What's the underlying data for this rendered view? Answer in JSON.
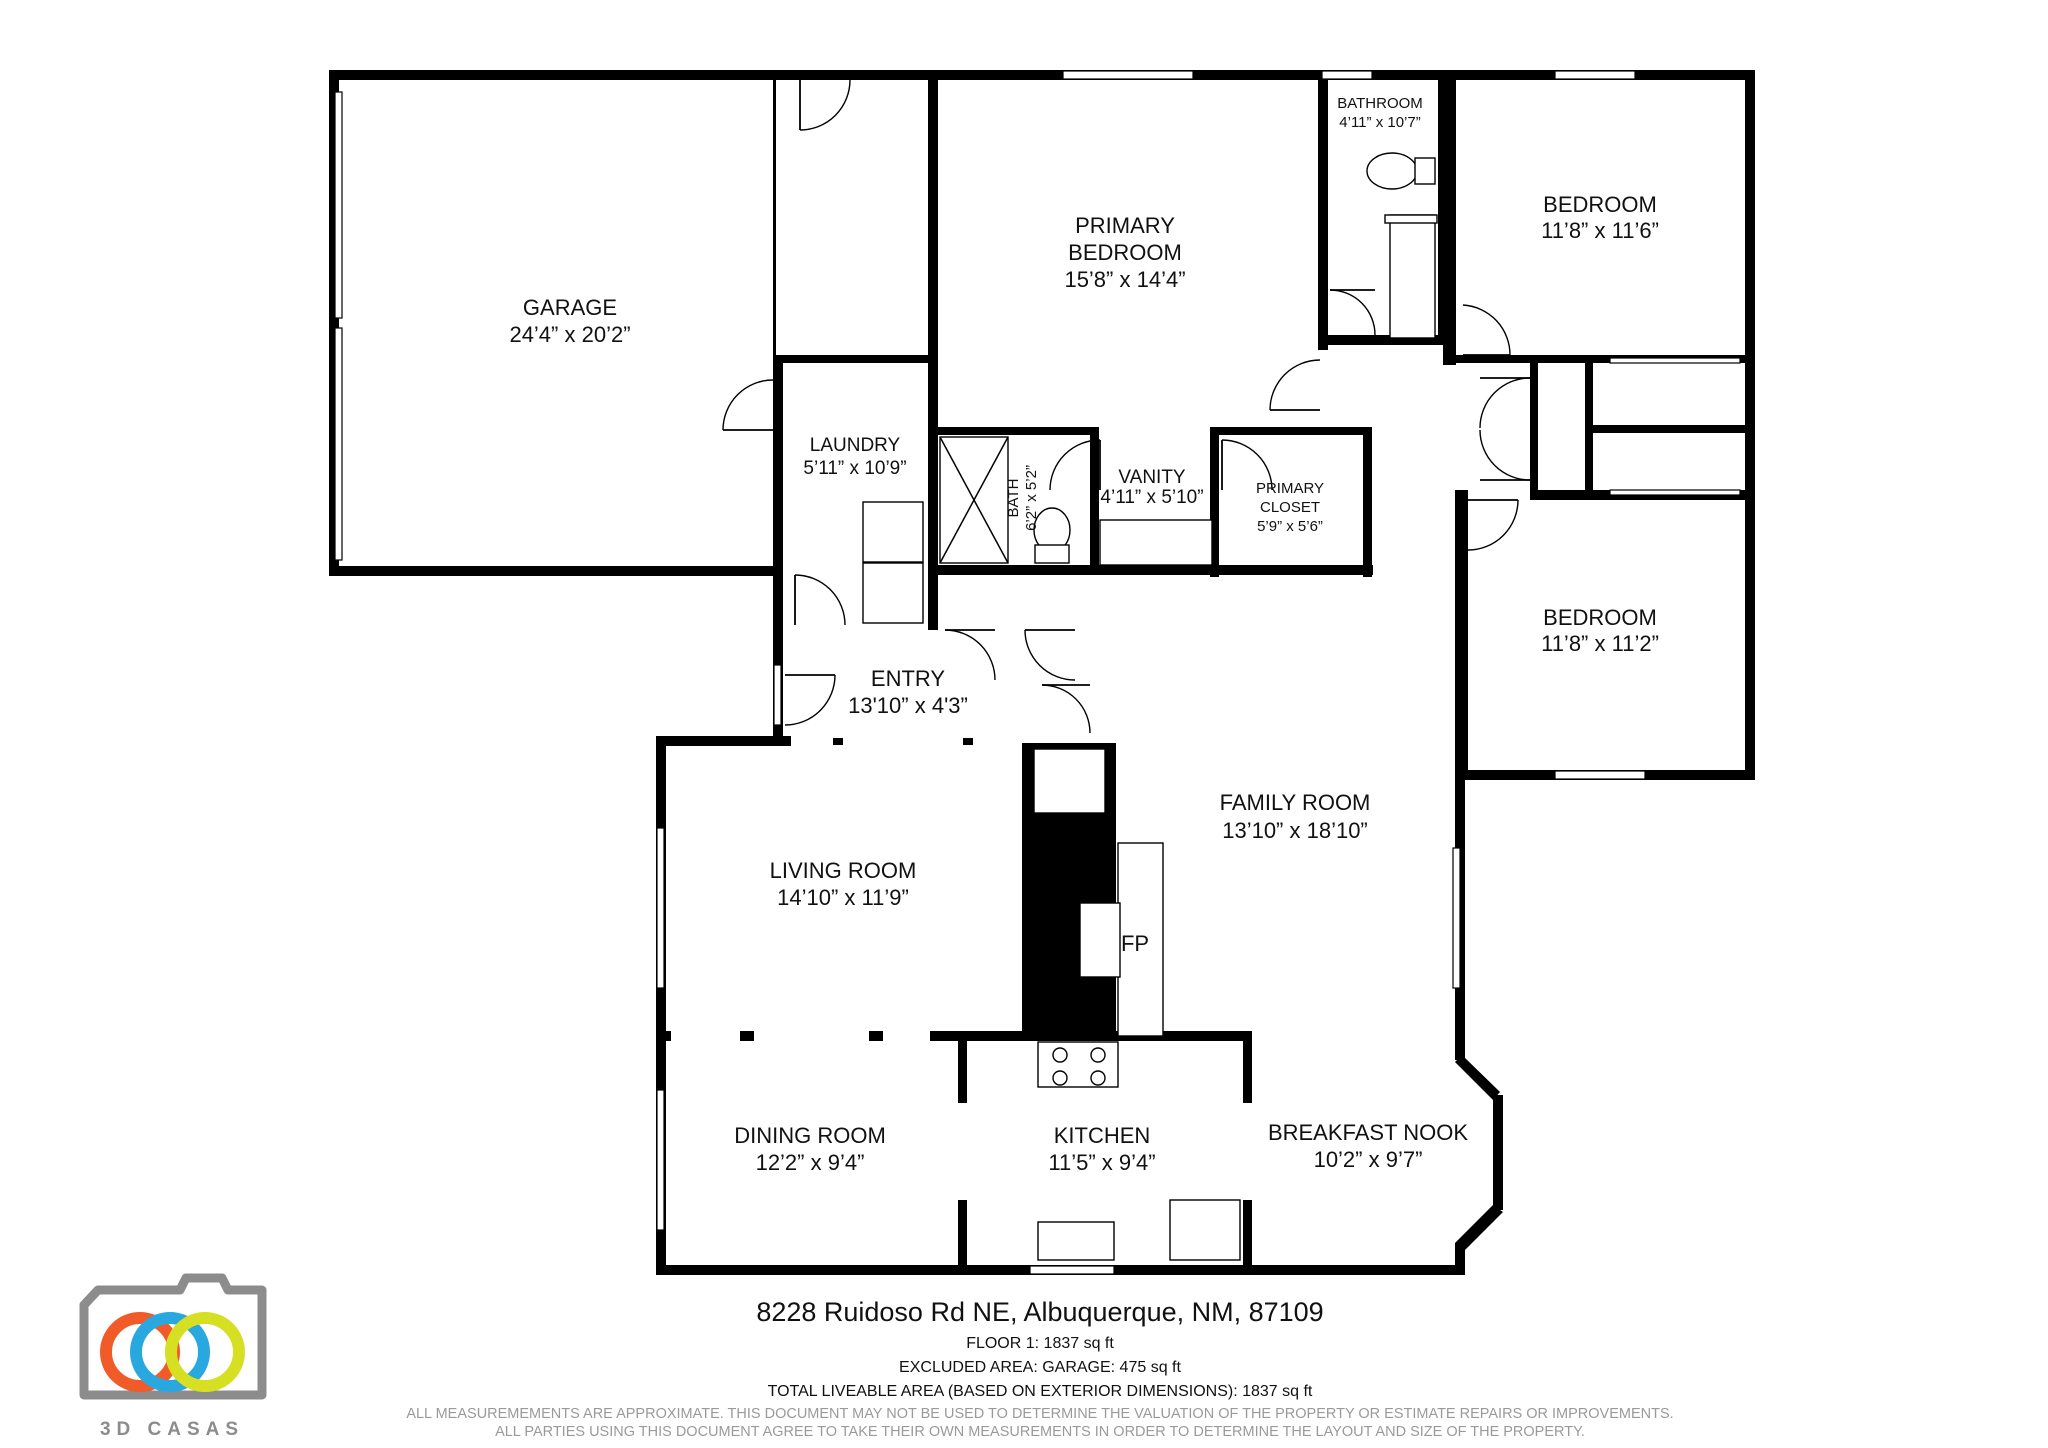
{
  "rooms": {
    "garage": {
      "name": "GARAGE",
      "dims": "24’4” x 20’2”"
    },
    "primary_bedroom": {
      "name_line1": "PRIMARY",
      "name_line2": "BEDROOM",
      "dims": "15’8” x 14’4”"
    },
    "bathroom": {
      "name": "BATHROOM",
      "dims": "4’11” x 10’7”"
    },
    "bedroom_1": {
      "name": "BEDROOM",
      "dims": "11’8” x 11’6”"
    },
    "laundry": {
      "name": "LAUNDRY",
      "dims": "5’11” x 10’9”"
    },
    "bath": {
      "name": "BATH",
      "dims": "6’2” x 5’2”"
    },
    "vanity": {
      "name": "VANITY",
      "dims": "4’11” x 5’10”"
    },
    "primary_closet": {
      "name_line1": "PRIMARY",
      "name_line2": "CLOSET",
      "dims": "5’9” x 5’6”"
    },
    "bedroom_2": {
      "name": "BEDROOM",
      "dims": "11’8” x 11’2”"
    },
    "entry": {
      "name": "ENTRY",
      "dims": "13'10” x 4'3”"
    },
    "family_room": {
      "name": "FAMILY ROOM",
      "dims": "13’10” x 18’10”"
    },
    "living_room": {
      "name": "LIVING ROOM",
      "dims": "14’10” x 11’9”"
    },
    "fireplace": {
      "name": "FP"
    },
    "dining_room": {
      "name": "DINING ROOM",
      "dims": "12’2” x 9’4”"
    },
    "kitchen": {
      "name": "KITCHEN",
      "dims": "11’5” x 9’4”"
    },
    "breakfast_nook": {
      "name": "BREAKFAST NOOK",
      "dims": "10’2” x 9’7”"
    }
  },
  "footer": {
    "address": "8228 Ruidoso Rd NE, Albuquerque, NM, 87109",
    "floor": "FLOOR 1: 1837 sq ft",
    "excluded": "EXCLUDED AREA: GARAGE: 475 sq ft",
    "total": "TOTAL LIVEABLE AREA (BASED ON EXTERIOR DIMENSIONS): 1837 sq ft",
    "disclaimer_1": "ALL MEASUREMEMENTS ARE APPROXIMATE. THIS DOCUMENT MAY NOT BE USED TO DETERMINE THE VALUATION OF THE PROPERTY OR ESTIMATE REPAIRS OR IMPROVEMENTS.",
    "disclaimer_2": "ALL PARTIES USING THIS DOCUMENT AGREE TO TAKE THEIR OWN MEASUREMENTS IN ORDER TO DETERMINE THE LAYOUT AND SIZE OF THE PROPERTY."
  },
  "logo": {
    "text": "3D CASAS",
    "icon": "camera-rings-icon",
    "colors": {
      "red": "#f15a29",
      "blue": "#29a8e0",
      "yellow": "#d7df23",
      "gray": "#8c8c8c"
    }
  }
}
